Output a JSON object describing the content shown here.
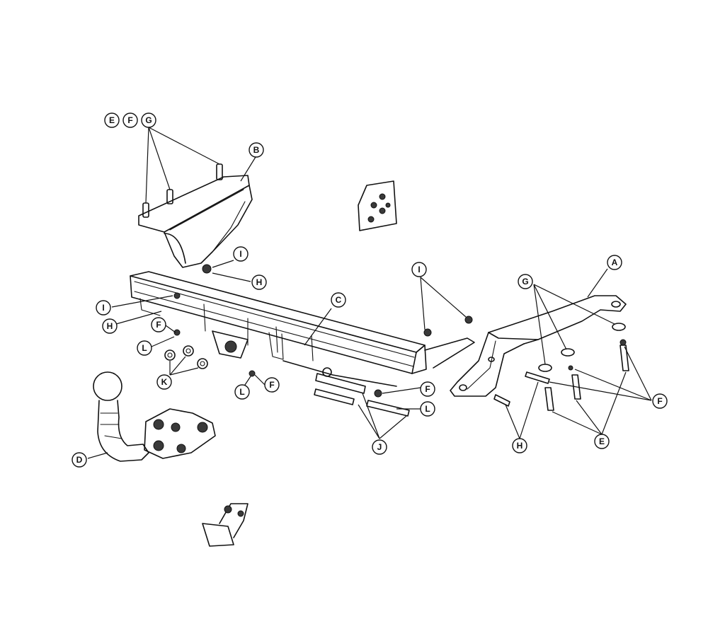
{
  "callouts": {
    "a": "A",
    "b": "B",
    "c": "C",
    "d": "D",
    "e1": "E",
    "f1": "F",
    "g1": "G",
    "i1": "I",
    "h1": "H",
    "i2": "I",
    "h2": "H",
    "f2": "F",
    "l1": "L",
    "k": "K",
    "l2": "L",
    "f3": "F",
    "i3": "I",
    "f4": "F",
    "l3": "L",
    "j": "J",
    "g2": "G",
    "f5": "F",
    "e2": "E",
    "h3": "H"
  }
}
